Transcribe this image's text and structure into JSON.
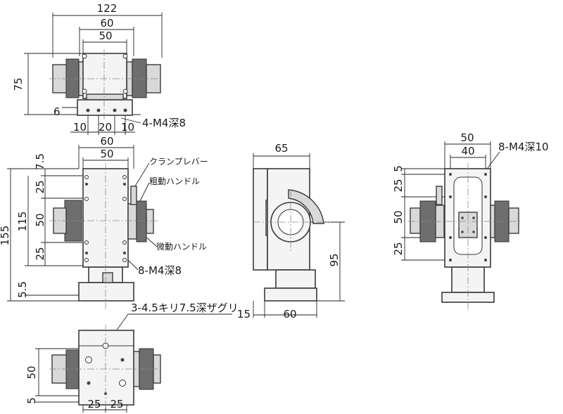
{
  "front_view": {
    "dim_total_width": "122",
    "dim_body_width": "60",
    "dim_hole_pitch": "50",
    "dim_height": "75",
    "dim_base_offset": "6",
    "dim_left_hole": "10",
    "dim_mid_pitch": "20",
    "dim_right_hole": "10",
    "tapped_holes": "4-M4深8"
  },
  "side_view": {
    "dim_width": "60",
    "dim_pitch": "50",
    "dim_top_offset": "7.5",
    "dim_total_height": "155",
    "dim_travel": "115",
    "dim_upper_pitch": "25",
    "dim_mid_pitch": "50",
    "dim_lower_pitch": "25",
    "dim_base": "5.5",
    "label_clamp_lever": "クランプレバー",
    "label_coarse_handle": "粗動ハンドル",
    "label_fine_handle": "微動ハンドル",
    "tapped_holes": "8-M4深8"
  },
  "end_view": {
    "dim_depth": "65",
    "dim_axis_height": "95",
    "dim_base_left": "15",
    "dim_base_right": "60"
  },
  "right_view": {
    "dim_outer_pitch": "50",
    "dim_inner_pitch": "40",
    "tapped_holes": "8-M4深10",
    "dim_top": "5",
    "dim_upper_pitch": "25",
    "dim_mid_pitch": "50",
    "dim_lower_pitch": "25"
  },
  "bottom_view": {
    "counterbore": "3-4.5キリ7.5深ザグリ",
    "dim_height": "50",
    "dim_offset": "5",
    "dim_left_pitch": "25",
    "dim_right_pitch": "25"
  }
}
